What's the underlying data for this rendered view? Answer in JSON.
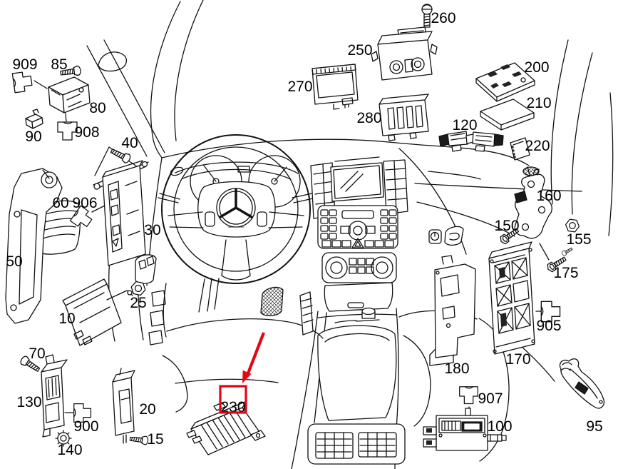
{
  "diagram": {
    "type": "vehicle-interior-electronic-parts-diagram",
    "colors": {
      "line": "#111111",
      "background": "#ffffff",
      "highlight": "#e30613"
    },
    "highlight": {
      "part": "230",
      "marker": "red-box",
      "pointer": "red-arrow"
    },
    "labels": [
      {
        "text": "909",
        "glyph": "connector"
      },
      {
        "text": "85",
        "glyph": "screw"
      },
      {
        "text": "80",
        "glyph": "bracket-module"
      },
      {
        "text": "90",
        "glyph": "clip-module"
      },
      {
        "text": "908",
        "glyph": "connector"
      },
      {
        "text": "40",
        "glyph": "screw"
      },
      {
        "text": "60",
        "glyph": "nut"
      },
      {
        "text": "906",
        "glyph": "connector"
      },
      {
        "text": "30",
        "glyph": "control-module"
      },
      {
        "text": "50",
        "glyph": "bracket"
      },
      {
        "text": "10",
        "glyph": "control-module"
      },
      {
        "text": "25",
        "glyph": "nut"
      },
      {
        "text": "70",
        "glyph": "screw"
      },
      {
        "text": "130",
        "glyph": "control-module"
      },
      {
        "text": "900",
        "glyph": "connector"
      },
      {
        "text": "140",
        "glyph": "nut"
      },
      {
        "text": "20",
        "glyph": "control-module"
      },
      {
        "text": "15",
        "glyph": "screw"
      },
      {
        "text": "230",
        "glyph": "amplifier-module"
      },
      {
        "text": "250",
        "glyph": "control-module"
      },
      {
        "text": "260",
        "glyph": "screw"
      },
      {
        "text": "270",
        "glyph": "display-module"
      },
      {
        "text": "280",
        "glyph": "control-module"
      },
      {
        "text": "120",
        "glyph": "connector-strip"
      },
      {
        "text": "200",
        "glyph": "circuit-board"
      },
      {
        "text": "210",
        "glyph": "filter-pad"
      },
      {
        "text": "220",
        "glyph": "card"
      },
      {
        "text": "160",
        "glyph": "bracket"
      },
      {
        "text": "150",
        "glyph": "bolt"
      },
      {
        "text": "155",
        "glyph": "nut"
      },
      {
        "text": "175",
        "glyph": "bolt"
      },
      {
        "text": "905",
        "glyph": "connector"
      },
      {
        "text": "170",
        "glyph": "control-module"
      },
      {
        "text": "180",
        "glyph": "control-module"
      },
      {
        "text": "907",
        "glyph": "connector"
      },
      {
        "text": "100",
        "glyph": "control-module"
      },
      {
        "text": "95",
        "glyph": "lever"
      }
    ]
  }
}
